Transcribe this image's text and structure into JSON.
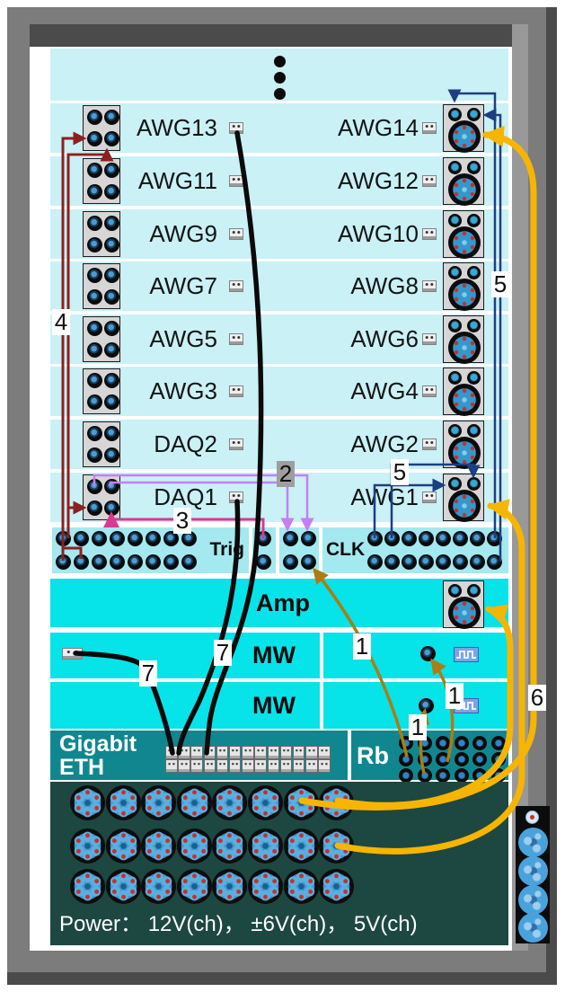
{
  "rack": {
    "rows": [
      {
        "left_label": "AWG13",
        "right_label": "AWG14"
      },
      {
        "left_label": "AWG11",
        "right_label": "AWG12"
      },
      {
        "left_label": "AWG9",
        "right_label": "AWG10"
      },
      {
        "left_label": "AWG7",
        "right_label": "AWG8"
      },
      {
        "left_label": "AWG5",
        "right_label": "AWG6"
      },
      {
        "left_label": "AWG3",
        "right_label": "AWG4"
      },
      {
        "left_label": "DAQ2",
        "right_label": "AWG2"
      },
      {
        "left_label": "DAQ1",
        "right_label": "AWG1"
      }
    ],
    "bus": {
      "trig_label": "Trig",
      "clk_label": "CLK"
    },
    "amp": {
      "label": "Amp"
    },
    "mw1": {
      "label": "MW"
    },
    "mw2": {
      "label": "MW"
    },
    "eth": {
      "label_line1": "Gigabit",
      "label_line2": "ETH"
    },
    "rb": {
      "label": "Rb"
    },
    "power": {
      "label": "Power： 12V(ch)， ±6V(ch)， 5V(ch)"
    },
    "cables": {
      "c1": {
        "label": "1",
        "color": "#ab7d14"
      },
      "c2": {
        "label": "2",
        "color": "#c77ef2"
      },
      "c3": {
        "label": "3",
        "color": "#d63a92"
      },
      "c4": {
        "label": "4",
        "color": "#8b2020"
      },
      "c5": {
        "label": "5",
        "color": "#1d3f80"
      },
      "c6": {
        "label": "6",
        "color": "#f7b500"
      },
      "c7": {
        "label": "7",
        "color": "#0a0a0a"
      }
    },
    "colors": {
      "row_bg": "#c9f1f6",
      "bus_bg": "#a3e9ef",
      "highlight_bg": "#06e3e9",
      "teal_bg": "#10878e",
      "power_bg": "#1d4841"
    }
  }
}
